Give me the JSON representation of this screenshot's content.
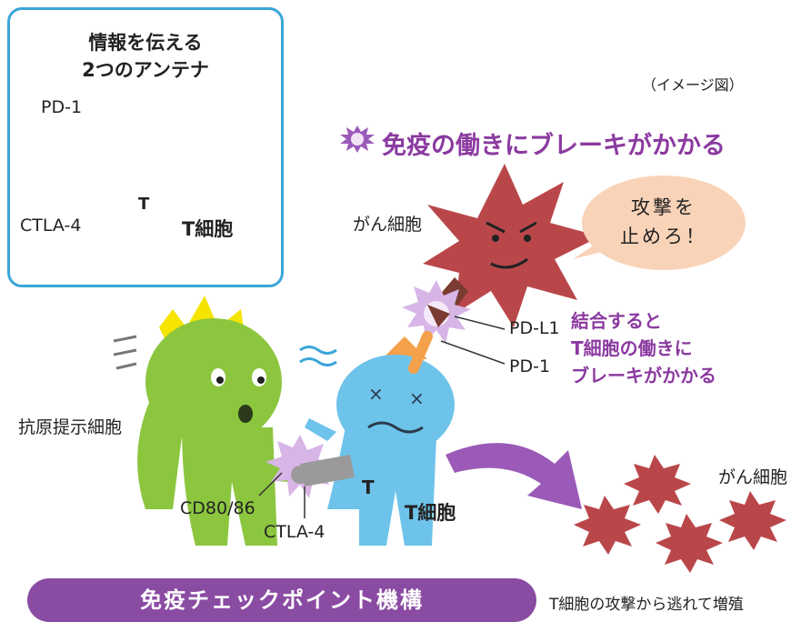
{
  "inset": {
    "title_line1": "情報を伝える",
    "title_line2": "2つのアンテナ",
    "pd1_label": "PD-1",
    "ctla4_label": "CTLA-4",
    "t_mark": "T",
    "t_cell_label": "T細胞"
  },
  "image_note": "（イメージ図）",
  "headline": "免疫の働きにブレーキがかかる",
  "cancer_cell_label": "がん細胞",
  "speech_line1": "攻撃を",
  "speech_line2": "止めろ！",
  "pdl1_label": "PD-L1",
  "pd1_label": "PD-1",
  "binding_text": [
    "結合すると",
    "T細胞の働きに",
    "ブレーキがかかる"
  ],
  "apc_label": "抗原提示細胞",
  "cd80_label": "CD80/86",
  "ctla4_label": "CTLA-4",
  "t_mark": "T",
  "t_cell_label": "T細胞",
  "cancer_cells_label": "がん細胞",
  "escape_caption": "T細胞の攻撃から逃れて増殖",
  "banner": "免疫チェックポイント機構",
  "colors": {
    "inset_border": "#3aa6d9",
    "t_cell": "#6ec3ea",
    "apc": "#8cc63f",
    "cancer": "#b9474a",
    "antenna": "#f5a04a",
    "purple": "#8b3aa0",
    "speech_bubble": "#f9d3b8"
  }
}
